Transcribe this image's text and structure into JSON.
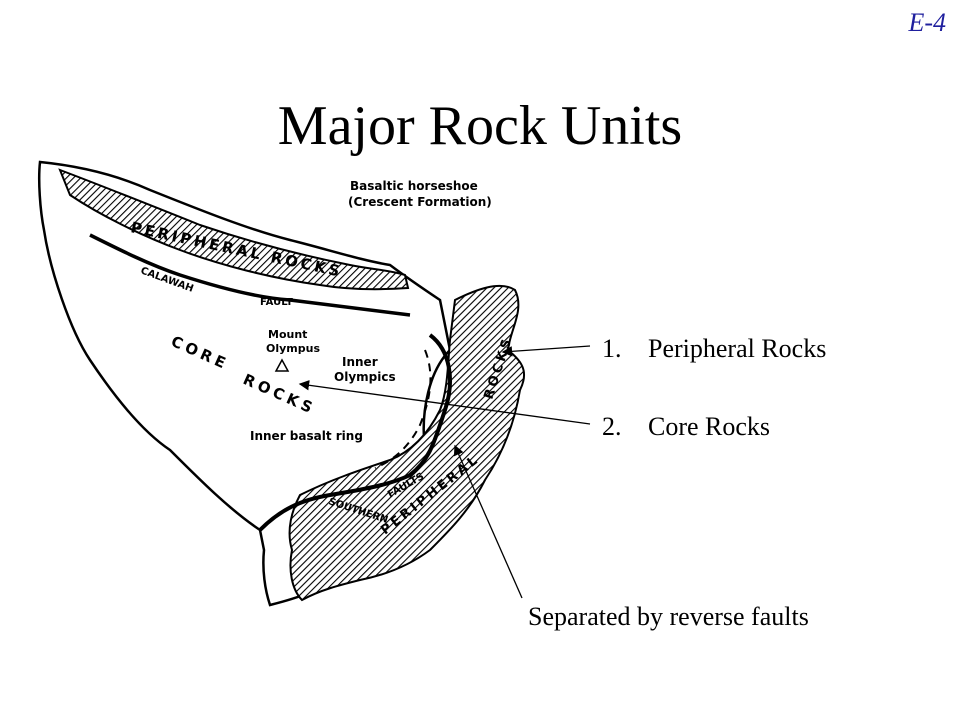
{
  "slide_code": "E-4",
  "title": "Major Rock Units",
  "map_labels": {
    "basaltic_horseshoe": "Basaltic horseshoe",
    "crescent_formation": "(Crescent Formation)",
    "peripheral_rocks_north": "PERIPHERAL ROCKS",
    "calawah": "CALAWAH",
    "fault": "FAULT",
    "mount": "Mount",
    "olympus": "Olympus",
    "inner": "Inner",
    "olympics": "Olympics",
    "core": "CORE",
    "rocks": "ROCKS",
    "inner_basalt_ring": "Inner basalt ring",
    "southern": "SOUTHERN",
    "faults": "FAULTS",
    "peripheral_south": "PERIPHERAL",
    "rocks_east": "ROCKS"
  },
  "list": [
    {
      "number": "1.",
      "text": "Peripheral Rocks"
    },
    {
      "number": "2.",
      "text": "Core Rocks"
    }
  ],
  "note": "Separated by reverse faults"
}
